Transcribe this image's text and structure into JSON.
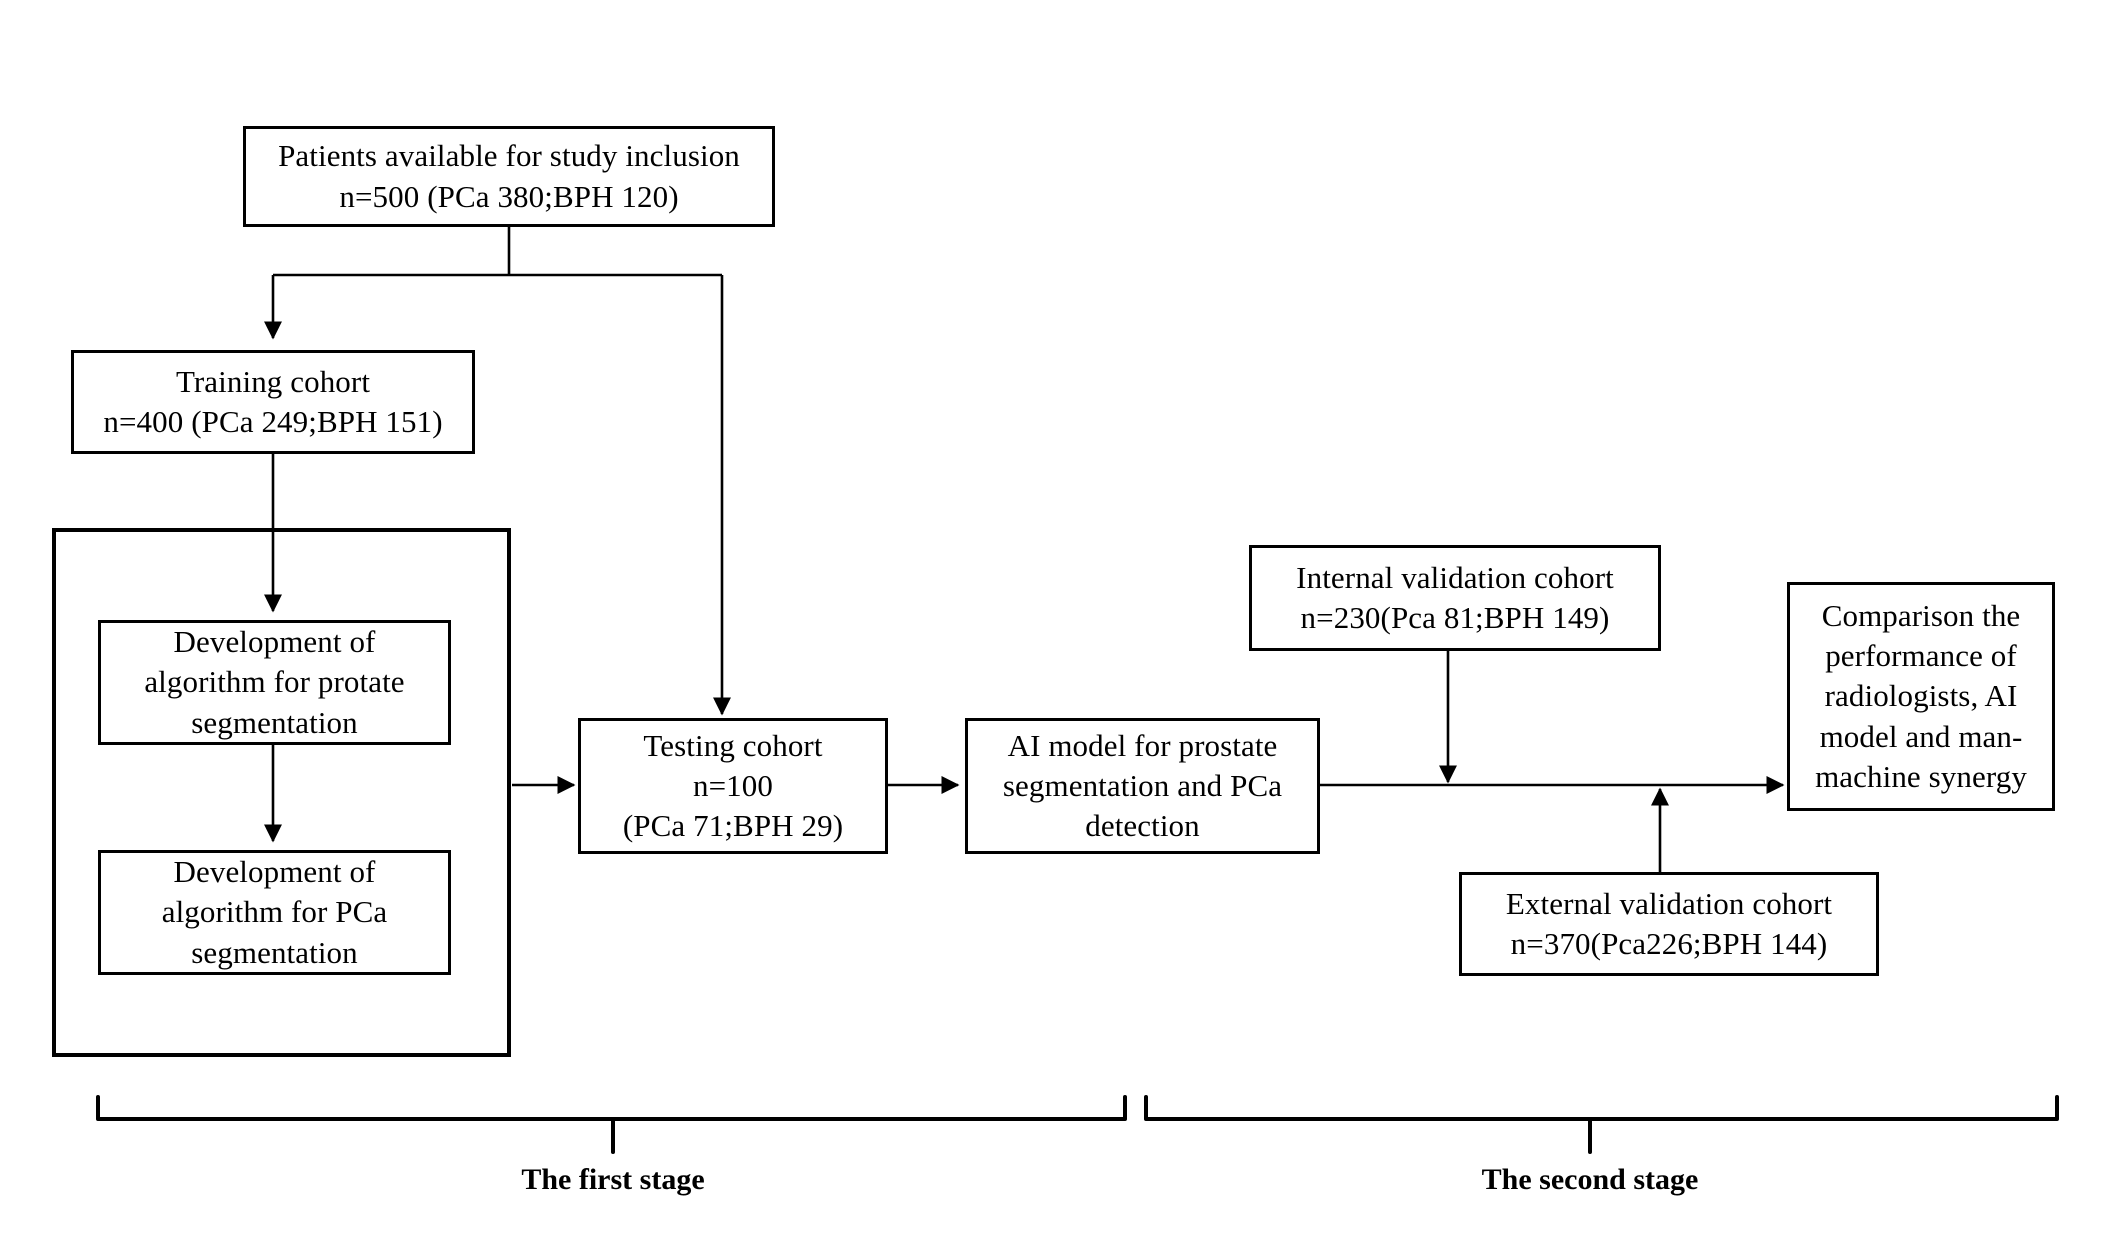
{
  "figure": {
    "type": "flowchart",
    "title": "Study design flowchart for AI prostate segmentation and PCa detection"
  },
  "nodes": {
    "patients": {
      "id": "patients-available",
      "text": "Patients available for study inclusion\nn=500 (PCa 380;BPH 120)"
    },
    "training": {
      "id": "training-cohort",
      "text": "Training cohort\nn=400 (PCa 249;BPH 151)"
    },
    "dev_prostate": {
      "id": "development-prostate-segmentation",
      "text": "Development of\nalgorithm for protate\nsegmentation"
    },
    "dev_pca": {
      "id": "development-pca-segmentation",
      "text": "Development of\nalgorithm for PCa\nsegmentation"
    },
    "testing": {
      "id": "testing-cohort",
      "text": "Testing cohort\nn=100\n(PCa 71;BPH 29)"
    },
    "ai_model": {
      "id": "ai-model",
      "text": "AI model for prostate\nsegmentation and PCa\ndetection"
    },
    "internal": {
      "id": "internal-validation-cohort",
      "text": "Internal validation cohort\nn=230(Pca 81;BPH 149)"
    },
    "external": {
      "id": "external-validation-cohort",
      "text": "External validation cohort\nn=370(Pca226;BPH 144)"
    },
    "comparison": {
      "id": "comparison-performance",
      "text": "Comparison the\nperformance of\nradiologists, AI\nmodel and man-\nmachine synergy"
    }
  },
  "stages": {
    "first": {
      "label": "The first stage"
    },
    "second": {
      "label": "The second stage"
    }
  },
  "colors": {
    "stroke": "#000000",
    "background": "#ffffff",
    "text": "#000000"
  }
}
